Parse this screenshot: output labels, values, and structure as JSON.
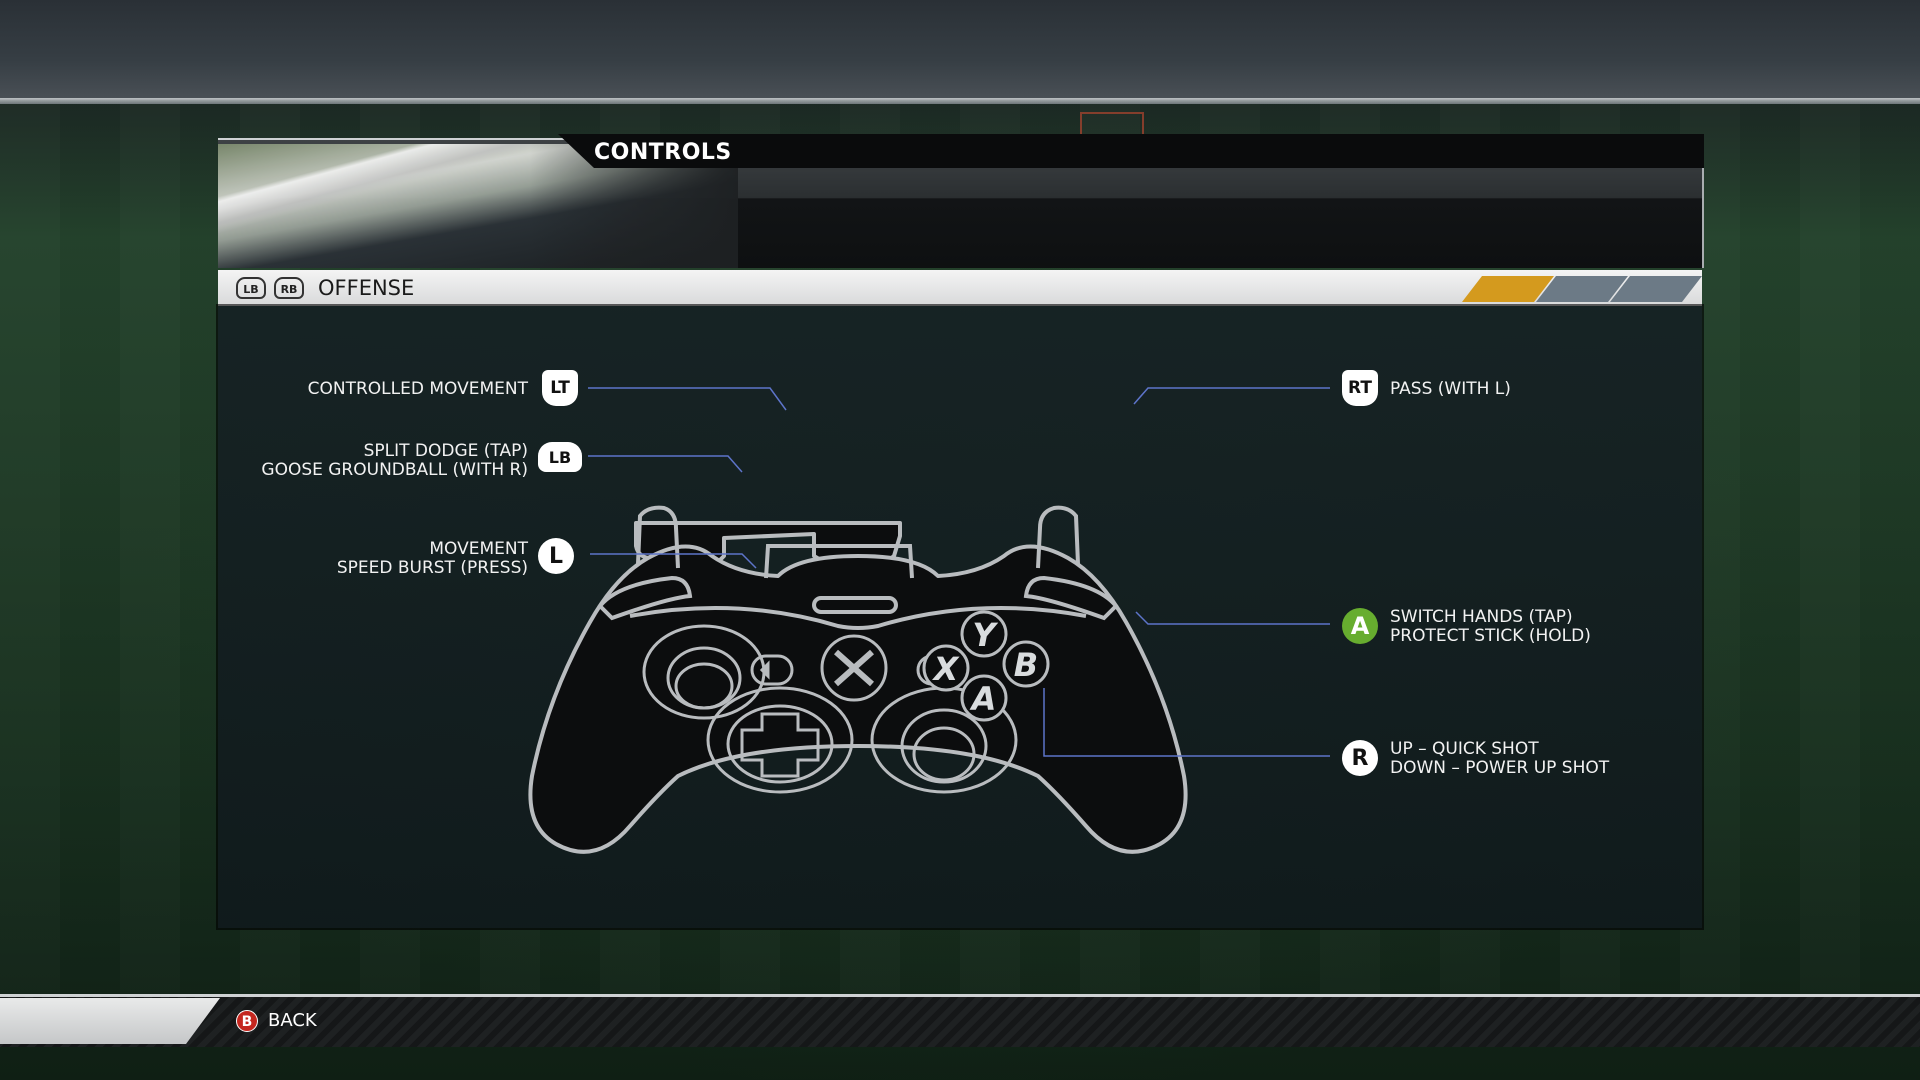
{
  "screen": {
    "title": "CONTROLS",
    "section": "OFFENSE",
    "bumpers": {
      "left": "LB",
      "right": "RB"
    },
    "page_tabs": [
      {
        "state": "active",
        "color": "#d49a1e"
      },
      {
        "state": "inactive",
        "color": "#6c7a86"
      },
      {
        "state": "inactive",
        "color": "#6c7a86"
      }
    ]
  },
  "mappings": {
    "lt": {
      "button": "LT",
      "line1": "CONTROLLED MOVEMENT"
    },
    "lb": {
      "button": "LB",
      "line1": "SPLIT DODGE (TAP)",
      "line2": "GOOSE GROUNDBALL (WITH R)"
    },
    "l": {
      "button": "L",
      "line1": "MOVEMENT",
      "line2": "SPEED BURST (PRESS)"
    },
    "rt": {
      "button": "RT",
      "line1": "PASS (WITH L)"
    },
    "a": {
      "button": "A",
      "line1": "SWITCH HANDS (TAP)",
      "line2": "PROTECT STICK (HOLD)"
    },
    "r": {
      "button": "R",
      "line1": "UP – QUICK SHOT",
      "line2": "DOWN – POWER UP SHOT"
    }
  },
  "controller_faces": {
    "y": "Y",
    "b": "B",
    "a": "A",
    "x": "X"
  },
  "footer": {
    "back_button": "B",
    "back_label": "BACK"
  },
  "colors": {
    "leader_line": "#5d74c9",
    "a_button": "#67ad2f",
    "b_button": "#c4271f"
  }
}
